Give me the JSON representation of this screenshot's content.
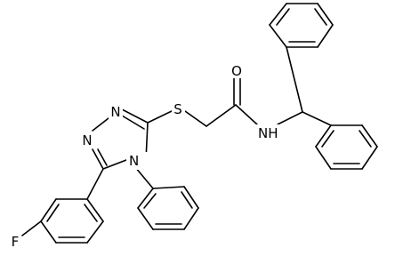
{
  "diagram": {
    "type": "chemical-structure",
    "atoms": [
      {
        "id": "S",
        "label": "S"
      },
      {
        "id": "O",
        "label": "O"
      },
      {
        "id": "NH",
        "label": "N",
        "sub": "H"
      },
      {
        "id": "N1",
        "label": "N"
      },
      {
        "id": "N2",
        "label": "N"
      },
      {
        "id": "N4",
        "label": "N"
      },
      {
        "id": "F",
        "label": "F"
      }
    ]
  }
}
